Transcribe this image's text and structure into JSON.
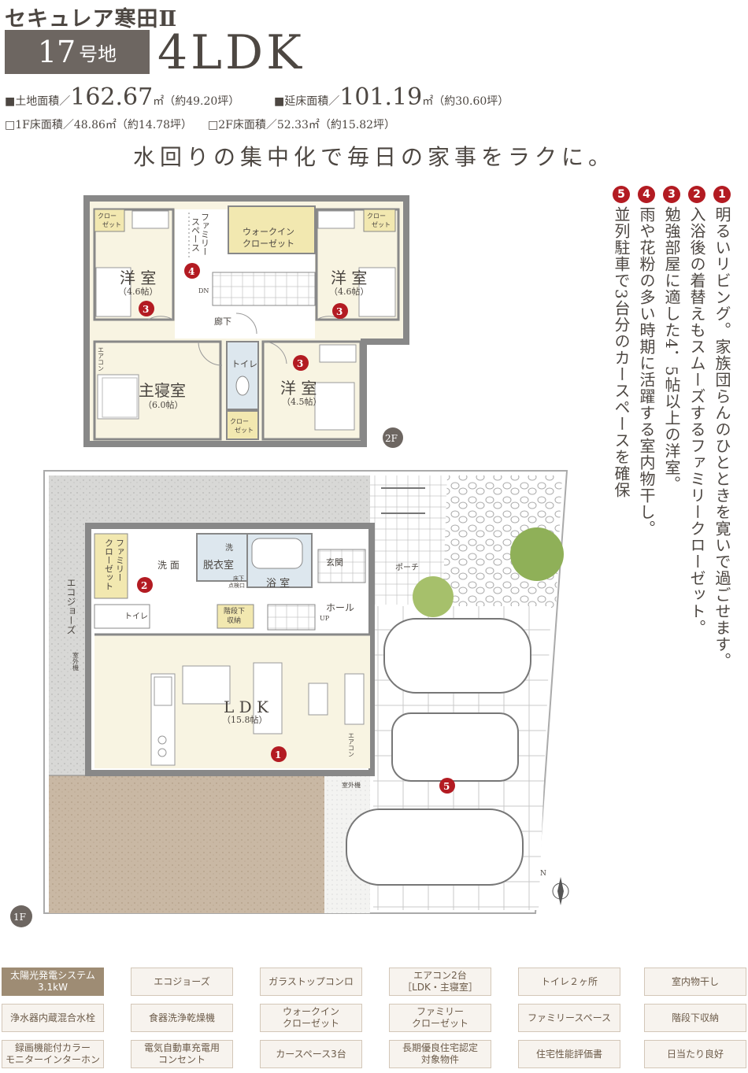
{
  "header": {
    "title": "セキュレア寒田Ⅱ",
    "lot_number": "17",
    "lot_suffix": "号地",
    "layout": "4LDK",
    "land_area_label": "■土地面積／",
    "land_area_value": "162.67",
    "land_area_unit": "㎡（約49.20坪）",
    "floor_area_label": "■延床面積／",
    "floor_area_value": "101.19",
    "floor_area_unit": "㎡（約30.60坪）",
    "floor1_area": "□1F床面積／48.86㎡（約14.78坪）",
    "floor2_area": "□2F床面積／52.33㎡（約15.82坪）",
    "tagline": "水回りの集中化で毎日の家事をラクに。"
  },
  "features": [
    {
      "number": "1",
      "text": "明るいリビング。家族団らんのひとときを寛いで過ごせます。"
    },
    {
      "number": "2",
      "text": "入浴後の着替えもスムーズするファミリークローゼット。"
    },
    {
      "number": "3",
      "text": "勉強部屋に適した4．5帖以上の洋室。"
    },
    {
      "number": "4",
      "text": "雨や花粉の多い時期に活躍する室内物干し。"
    },
    {
      "number": "5",
      "text": "並列駐車で3台分のカースペースを確保"
    }
  ],
  "plan2f": {
    "floor_badge": "2F",
    "rooms": {
      "room_a": "洋 室",
      "room_a_size": "（4.6帖）",
      "room_b": "洋 室",
      "room_b_size": "（4.6帖）",
      "master": "主寝室",
      "master_size": "（6.0帖）",
      "room_c": "洋 室",
      "room_c_size": "（4.5帖）",
      "walkin1": "ウォークイン",
      "walkin2": "クローゼット",
      "family_space1": "ファミリー",
      "family_space2": "スペース",
      "closet_a1": "クロー",
      "closet_a2": "ゼット",
      "closet_b1": "クロー",
      "closet_b2": "ゼット",
      "closet_c1": "クロー",
      "closet_c2": "ゼット",
      "hallway": "廊下",
      "toilet": "トイレ",
      "aircon": "エアコン",
      "dn": "DN"
    }
  },
  "plan1f": {
    "floor_badge": "1F",
    "rooms": {
      "family_closet1": "ファミリー",
      "family_closet2": "クローゼット",
      "wash": "洗 面",
      "dressing": "脱衣室",
      "wash_small": "洗",
      "underfloor1": "床下",
      "underfloor2": "点検口",
      "bath": "浴 室",
      "entrance": "玄関",
      "porch": "ポーチ",
      "toilet": "トイレ",
      "stair_storage1": "階段下",
      "stair_storage2": "収納",
      "hall": "ホール",
      "up": "UP",
      "ldk": "L D K",
      "ldk_size": "（15.8帖）",
      "ecojoze": "エコジョーズ",
      "outdoor_unit": "室外機",
      "outdoor_unit2": "室外機",
      "aircon": "エアコン",
      "north": "N"
    }
  },
  "chips": [
    {
      "label": "太陽光発電システム\n3.1kW",
      "highlight": true
    },
    {
      "label": "エコジョーズ",
      "highlight": false
    },
    {
      "label": "ガラストップコンロ",
      "highlight": false
    },
    {
      "label": "エアコン2台\n［LDK・主寝室］",
      "highlight": false
    },
    {
      "label": "トイレ２ヶ所",
      "highlight": false
    },
    {
      "label": "室内物干し",
      "highlight": false
    },
    {
      "label": "浄水器内蔵混合水栓",
      "highlight": false
    },
    {
      "label": "食器洗浄乾燥機",
      "highlight": false
    },
    {
      "label": "ウォークイン\nクローゼット",
      "highlight": false
    },
    {
      "label": "ファミリー\nクローゼット",
      "highlight": false
    },
    {
      "label": "ファミリースペース",
      "highlight": false
    },
    {
      "label": "階段下収納",
      "highlight": false
    },
    {
      "label": "録画機能付カラー\nモニターインターホン",
      "highlight": false
    },
    {
      "label": "電気自動車充電用\nコンセント",
      "highlight": false
    },
    {
      "label": "カースペース3台",
      "highlight": false
    },
    {
      "label": "長期優良住宅認定\n対象物件",
      "highlight": false
    },
    {
      "label": "住宅性能評価書",
      "highlight": false
    },
    {
      "label": "日当たり良好",
      "highlight": false
    }
  ],
  "colors": {
    "accent_red": "#b31b22",
    "badge_gray": "#6d6661",
    "floor": "#f8f4e2",
    "chip_highlight": "#9e8c74"
  }
}
